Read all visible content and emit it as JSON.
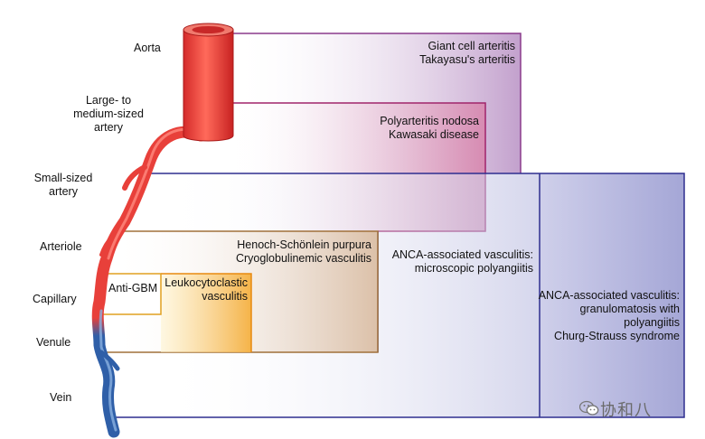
{
  "vessels": {
    "aorta": "Aorta",
    "large_medium_artery": [
      "Large- to",
      "medium-sized",
      "artery"
    ],
    "small_artery": [
      "Small-sized",
      "artery"
    ],
    "arteriole": "Arteriole",
    "capillary": "Capillary",
    "venule": "Venule",
    "vein": "Vein"
  },
  "diseases": {
    "large_vessel": [
      "Giant cell arteritis",
      "Takayasu's arteritis"
    ],
    "medium_vessel": [
      "Polyarteritis nodosa",
      "Kawasaki disease"
    ],
    "immune_complex": [
      "Henoch-Schönlein purpura",
      "Cryoglobulinemic vasculitis"
    ],
    "anca_mpa": [
      "ANCA-associated vasculitis:",
      "microscopic polyangiitis"
    ],
    "anca_gpa": [
      "ANCA-associated vasculitis:",
      "granulomatosis with",
      "polyangiitis",
      "Churg-Strauss syndrome"
    ],
    "anti_gbm": "Anti-GBM",
    "leukocytoclastic": [
      "Leukocytoclastic",
      "vasculitis"
    ]
  },
  "watermark": "协和八",
  "colors": {
    "large_vessel": "#8a3a8c",
    "medium_vessel": "#a0246a",
    "small_vessel": "#2e2e8f",
    "immune_complex": "#a0703a",
    "anti_gbm": "#e0a020",
    "leukocytoclastic": "#e88a10",
    "artery_red": "#e8403a",
    "vein_blue": "#2f5fa8"
  },
  "icons": [
    "wechat-icon"
  ]
}
